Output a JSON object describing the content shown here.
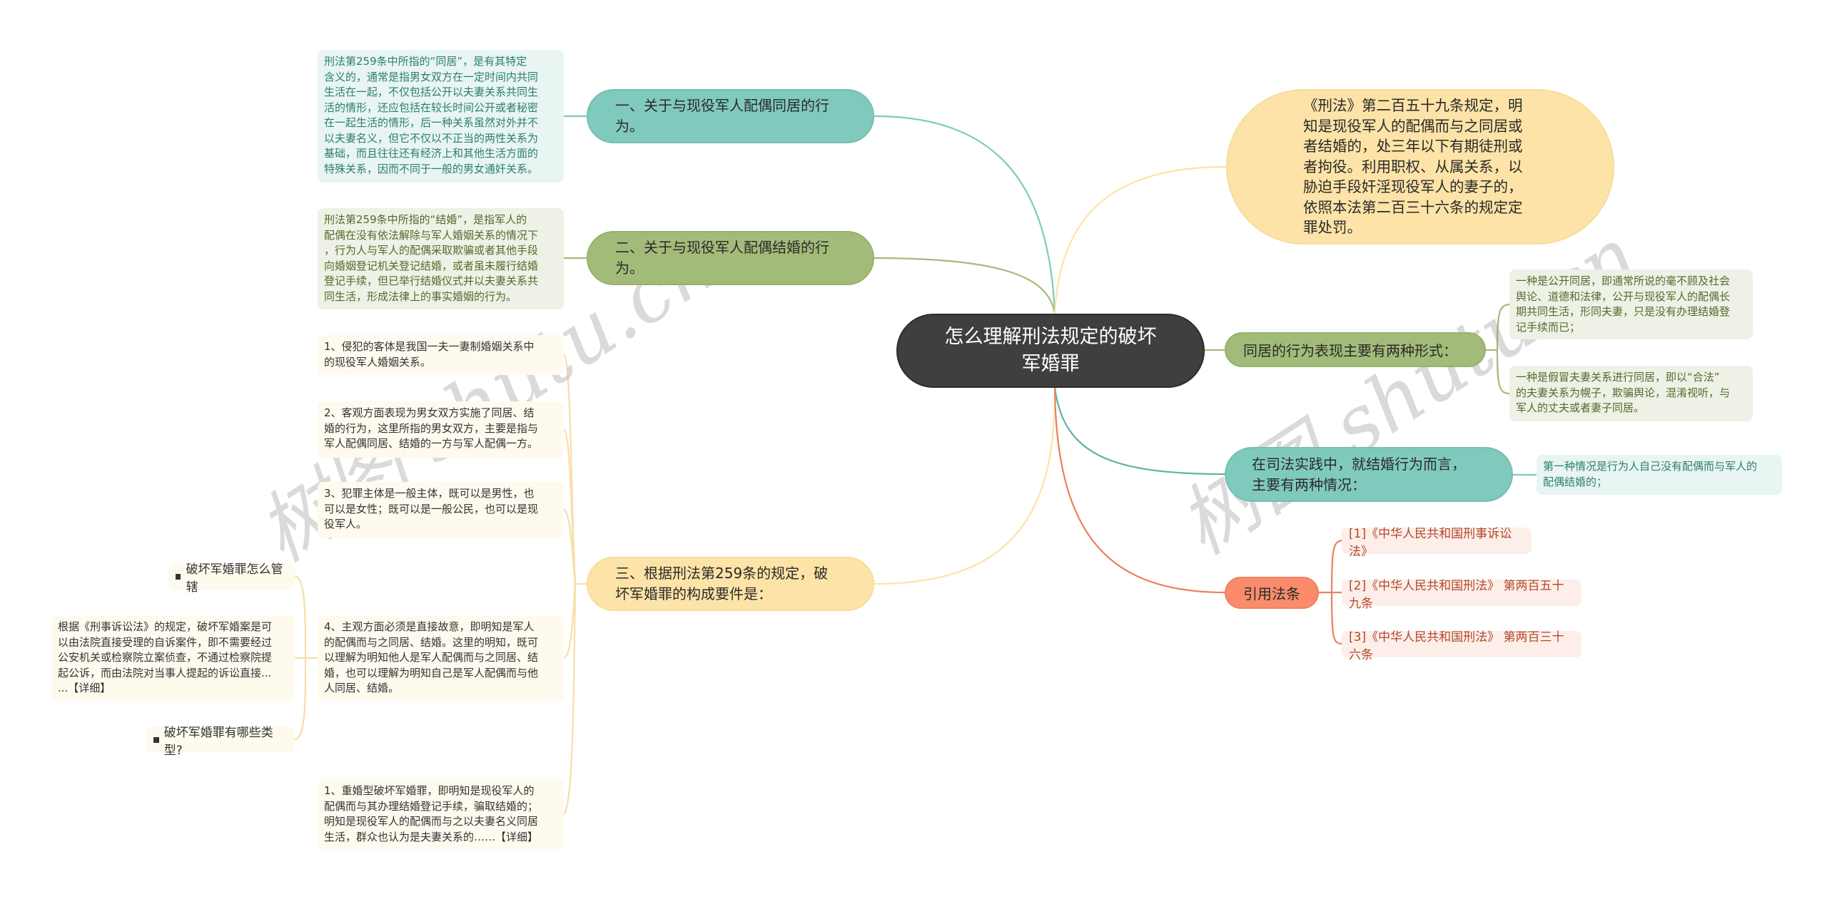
{
  "center": {
    "title": "怎么理解刑法规定的破坏\n军婚罪"
  },
  "colors": {
    "teal": "#80cabd",
    "olive": "#a3bb78",
    "yellow": "#fde3a7",
    "salmon": "#fa8c6c",
    "center": "#3f3f3f"
  },
  "left": {
    "branch1": {
      "label": "一、关于与现役军人配偶同居的行\n为。",
      "note": "刑法第259条中所指的“同居”，是有其特定\n含义的，通常是指男女双方在一定时间内共同\n生活在一起，不仅包括公开以夫妻关系共同生\n活的情形，还应包括在较长时间公开或者秘密\n在一起生活的情形，后一种关系虽然对外并不\n以夫妻名义，但它不仅以不正当的两性关系为\n基础，而且往往还有经济上和其他生活方面的\n特殊关系，因而不同于一般的男女通奸关系。"
    },
    "branch2": {
      "label": "二、关于与现役军人配偶结婚的行\n为。",
      "note": "刑法第259条中所指的“结婚”，是指军人的\n配偶在没有依法解除与军人婚姻关系的情况下\n，行为人与军人的配偶采取欺骗或者其他手段\n向婚姻登记机关登记结婚，或者虽未履行结婚\n登记手续，但已举行结婚仪式并以夫妻关系共\n同生活，形成法律上的事实婚姻的行为。"
    },
    "branch3": {
      "label": "三、根据刑法第259条的规定，破\n坏军婚罪的构成要件是：",
      "items": [
        "1、侵犯的客体是我国一夫一妻制婚姻关系中\n的现役军人婚姻关系。",
        "2、客观方面表现为男女双方实施了同居、结\n婚的行为，这里所指的男女双方，主要是指与\n军人配偶同居、结婚的一方与军人配偶一方。",
        "3、犯罪主体是一般主体，既可以是男性，也\n可以是女性；既可以是一般公民，也可以是现\n役军人。",
        "4、主观方面必须是直接故意，即明知是军人\n的配偶而与之同居、结婚。这里的明知，既可\n以理解为明知他人是军人配偶而与之同居、结\n婚，也可以理解为明知自己是军人配偶而与他\n人同居、结婚。",
        "1、重婚型破坏军婚罪，即明知是现役军人的\n配偶而与其办理结婚登记手续，骗取结婚的；\n明知是现役军人的配偶而与之以夫妻名义同居\n生活，群众也认为是夫妻关系的……【详细】"
      ],
      "related": {
        "link1": "破坏军婚罪怎么管辖",
        "detail": "根据《刑事诉讼法》的规定，破坏军婚案是可\n以由法院直接受理的自诉案件，即不需要经过\n公安机关或检察院立案侦查，不通过检察院提\n起公诉，而由法院对当事人提起的诉讼直接...\n...【详细】",
        "link2": "破坏军婚罪有哪些类型?"
      }
    }
  },
  "right": {
    "quote": "《刑法》第二百五十九条规定，明\n知是现役军人的配偶而与之同居或\n者结婚的，处三年以下有期徒刑或\n者拘役。利用职权、从属关系，以\n胁迫手段奸淫现役军人的妻子的，\n依照本法第二百三十六条的规定定\n罪处罚。",
    "cohabit": {
      "label": "同居的行为表现主要有两种形式：",
      "forms": [
        "一种是公开同居，即通常所说的毫不顾及社会\n舆论、道德和法律，公开与现役军人的配偶长\n期共同生活，形同夫妻，只是没有办理结婚登\n记手续而已；",
        "一种是假冒夫妻关系进行同居，即以“合法”\n的夫妻关系为幌子，欺骗舆论，混淆视听，与\n军人的丈夫或者妻子同居。"
      ]
    },
    "practice": {
      "label": "在司法实践中，就结婚行为而言，\n主要有两种情况：",
      "note": "第一种情况是行为人自己没有配偶而与军人的\n配偶结婚的；"
    },
    "refs": {
      "label": "引用法条",
      "items": [
        "[1]《中华人民共和国刑事诉讼法》",
        "[2]《中华人民共和国刑法》 第两百五十九条",
        "[3]《中华人民共和国刑法》 第两百三十六条"
      ]
    }
  },
  "watermark": {
    "text1": "树图 shutu.cn",
    "text2": "树图 shutu.cn"
  }
}
